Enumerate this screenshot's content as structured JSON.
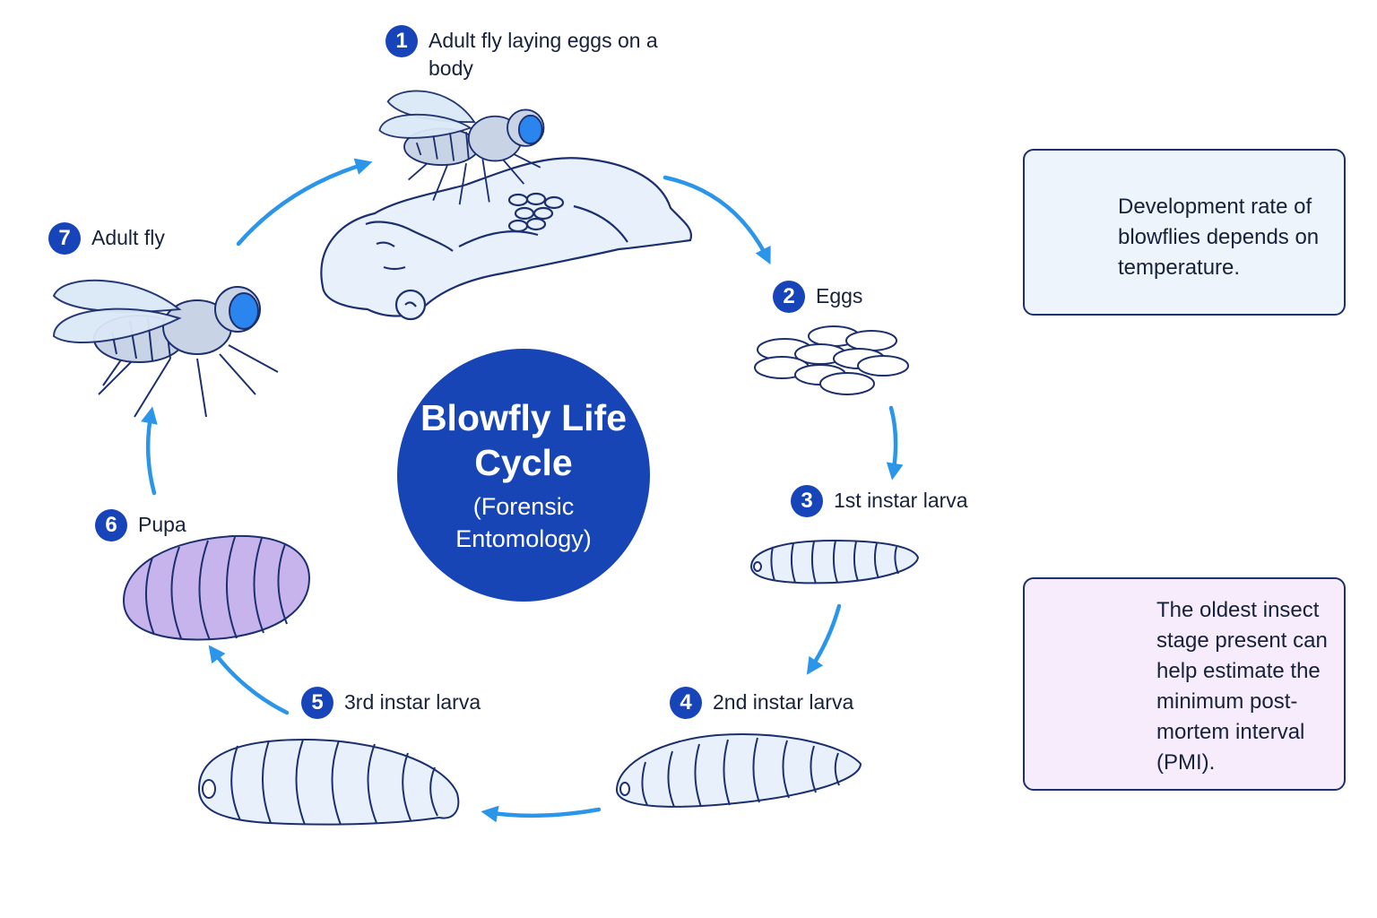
{
  "center": {
    "title": "Blowfly Life Cycle",
    "subtitle": "(Forensic Entomology)"
  },
  "stages": [
    {
      "number": "1",
      "label": "Adult fly laying eggs on a body"
    },
    {
      "number": "2",
      "label": "Eggs"
    },
    {
      "number": "3",
      "label": "1st instar larva"
    },
    {
      "number": "4",
      "label": "2nd instar larva"
    },
    {
      "number": "5",
      "label": "3rd instar larva"
    },
    {
      "number": "6",
      "label": "Pupa"
    },
    {
      "number": "7",
      "label": "Adult fly"
    }
  ],
  "info_boxes": {
    "temperature": {
      "icon": "thermometer-icon",
      "text": "Development rate of blowflies depends on temperature."
    },
    "pmi": {
      "icon": "calendar-clock-icon",
      "text": "The oldest insect stage present can help estimate the minimum post-mortem interval (PMI)."
    }
  },
  "colors": {
    "accent_blue": "#1744b8",
    "arrow_blue": "#2b95ea",
    "body_fill": "#e8f1fb",
    "pupa_purple": "#c8b4ec",
    "calendar_purple": "#8a45c9",
    "thermometer_blue": "#1f4fc4"
  }
}
